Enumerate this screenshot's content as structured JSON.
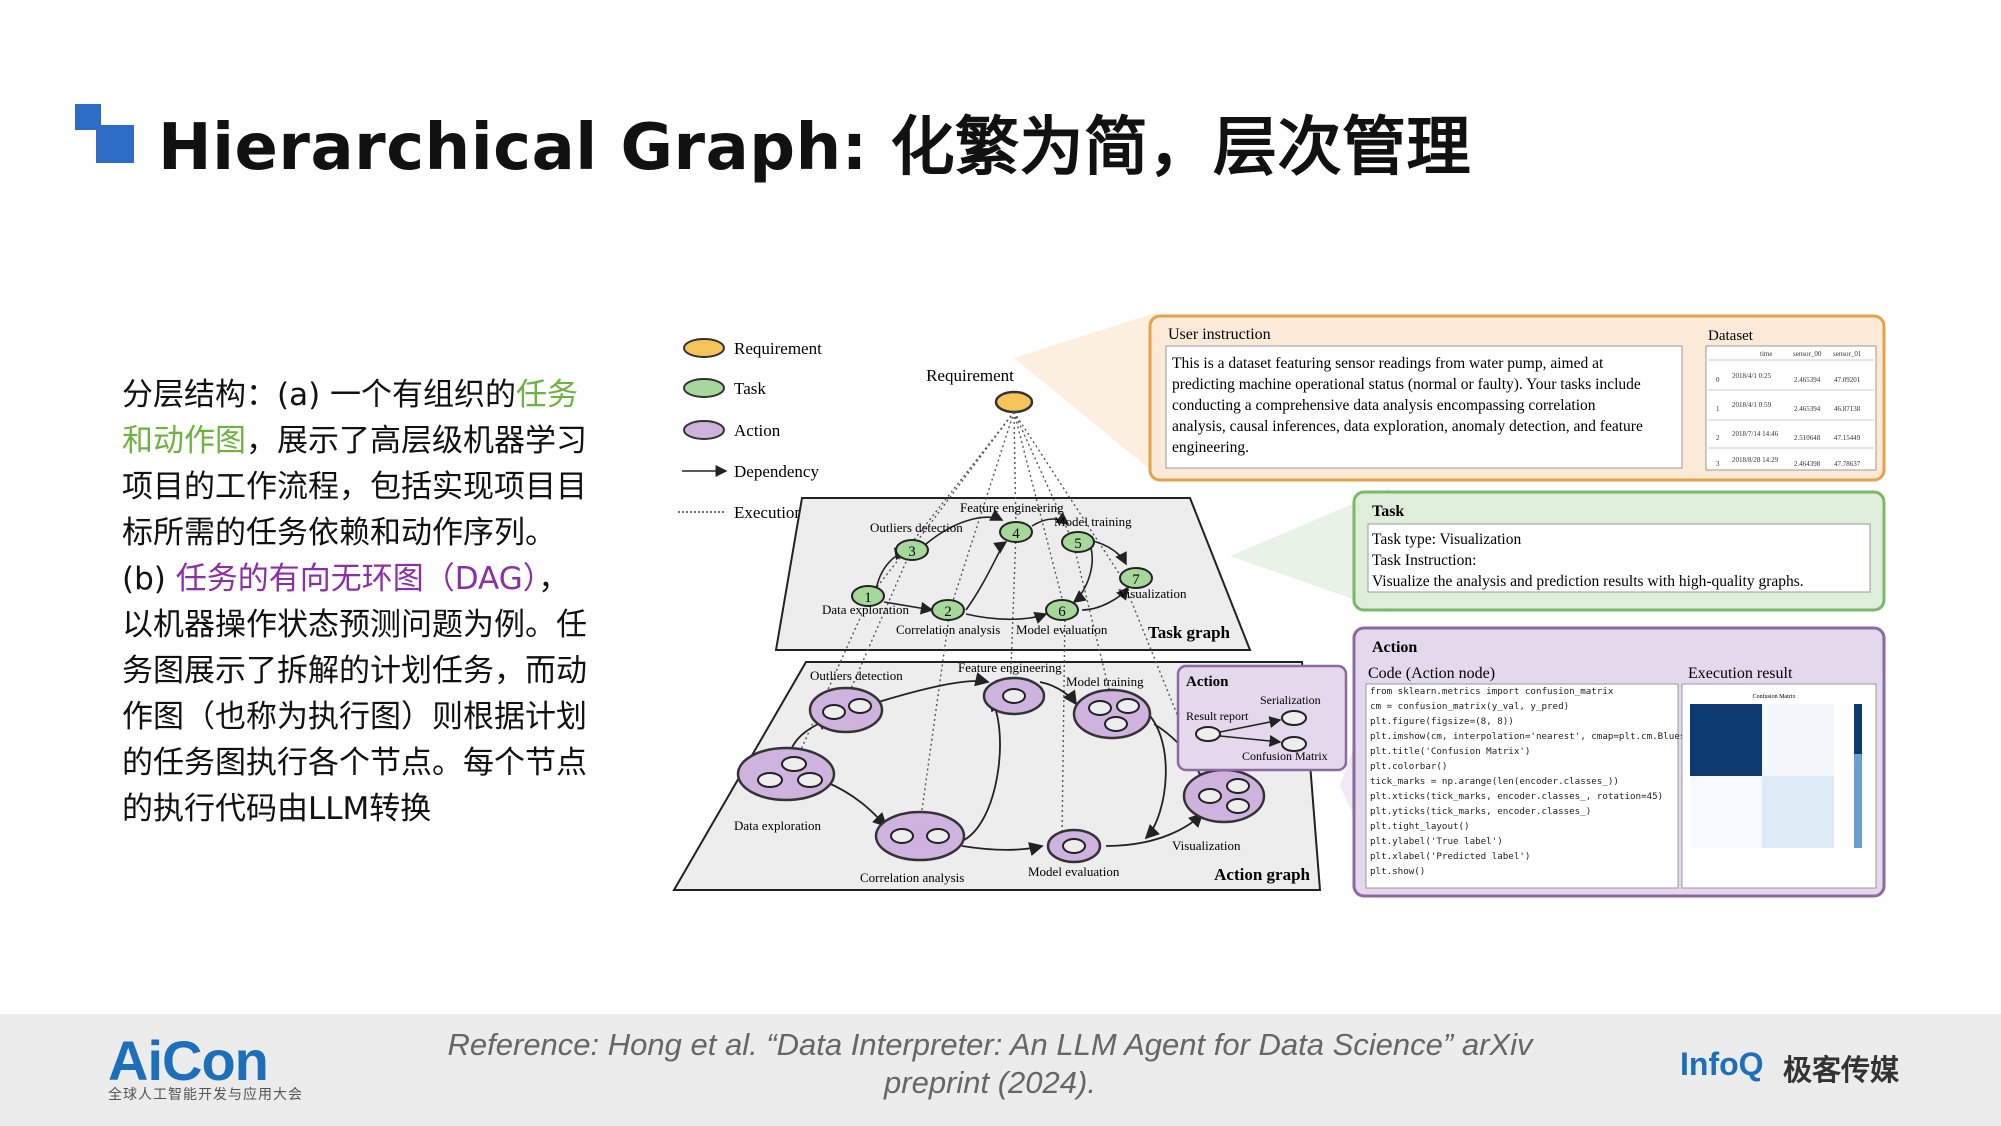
{
  "slide": {
    "title": "Hierarchical Graph: 化繁为简，层次管理",
    "description": {
      "line1_prefix": "分层结构：(a) 一个有组织的",
      "line1_green": "任务",
      "line2_green": "和动作图",
      "line2_rest": "，展示了高层级机器学习",
      "line3": "项目的工作流程，包括实现项目目",
      "line4": "标所需的任务依赖和动作序列。",
      "line5_prefix": "(b) ",
      "line5_purple": "任务的有向无环图（DAG）",
      "line5_suffix": "，",
      "line6": "以机器操作状态预测问题为例。任",
      "line7": "务图展示了拆解的计划任务，而动",
      "line8": "作图（也称为执行图）则根据计划",
      "line9": "的任务图执行各个节点。每个节点",
      "line10": "的执行代码由LLM转换"
    }
  },
  "figure": {
    "legend": {
      "requirement": "Requirement",
      "task": "Task",
      "action": "Action",
      "dependency": "Dependency",
      "execution": "Execution"
    },
    "requirement_label": "Requirement",
    "task_graph": {
      "caption": "Task graph",
      "nodes": [
        {
          "num": "1",
          "label": "Data exploration"
        },
        {
          "num": "2",
          "label": "Correlation analysis"
        },
        {
          "num": "3",
          "label": "Outliers detection"
        },
        {
          "num": "4",
          "label": "Feature engineering"
        },
        {
          "num": "5",
          "label": "Model training"
        },
        {
          "num": "6",
          "label": "Model evaluation"
        },
        {
          "num": "7",
          "label": "Visualization"
        }
      ]
    },
    "action_graph": {
      "caption": "Action graph",
      "labels": {
        "outliers": "Outliers detection",
        "feature": "Feature engineering",
        "training": "Model training",
        "data": "Data exploration",
        "correlation": "Correlation analysis",
        "evaluation": "Model evaluation",
        "visualization": "Visualization"
      },
      "inset": {
        "title": "Action",
        "serialization": "Serialization",
        "result_report": "Result report",
        "confusion_matrix": "Confusion Matrix"
      }
    },
    "user_instruction": {
      "heading": "User instruction",
      "lines": [
        "This is a dataset featuring sensor readings from water pump, aimed at",
        "predicting machine operational status (normal or faulty). Your tasks include",
        "conducting a comprehensive data analysis encompassing correlation",
        "analysis, causal inferences, data exploration, anomaly detection, and feature",
        "engineering."
      ],
      "dataset_heading": "Dataset",
      "dataset_columns": [
        "time",
        "sensor_00",
        "sensor_01"
      ],
      "dataset_rows": [
        [
          "0",
          "2018/4/1 0:25",
          "2.465394",
          "47.09201"
        ],
        [
          "1",
          "2018/4/1 0:59",
          "2.465394",
          "46.87138"
        ],
        [
          "2",
          "2018/7/14 14:46",
          "2.510648",
          "47.15449"
        ],
        [
          "3",
          "2018/8/28 14:29",
          "2.464398",
          "47.78637"
        ]
      ]
    },
    "task_box": {
      "heading": "Task",
      "type_line": "Task type: Visualization",
      "instruction_line": "Task Instruction:",
      "detail_line": "Visualize the analysis and prediction results with high-quality graphs."
    },
    "action_box": {
      "heading": "Action",
      "code_heading": "Code (Action node)",
      "exec_heading": "Execution result",
      "code_lines": [
        "from sklearn.metrics import confusion_matrix",
        "cm = confusion_matrix(y_val, y_pred)",
        "plt.figure(figsize=(8, 8))",
        "plt.imshow(cm, interpolation='nearest', cmap=plt.cm.Blues)",
        "plt.title('Confusion Matrix')",
        "plt.colorbar()",
        "tick_marks = np.arange(len(encoder.classes_))",
        "plt.xticks(tick_marks, encoder.classes_, rotation=45)",
        "plt.yticks(tick_marks, encoder.classes_)",
        "plt.tight_layout()",
        "plt.ylabel('True label')",
        "plt.xlabel('Predicted label')",
        "plt.show()"
      ],
      "matrix_title": "Confusion Matrix"
    }
  },
  "footer": {
    "aicon": "AiCon",
    "aicon_sub": "全球人工智能开发与应用大会",
    "reference_line1": "Reference: Hong et al. “Data Interpreter: An LLM Agent for Data Science” arXiv",
    "reference_line2": "preprint (2024).",
    "infoq": "InfoQ",
    "jike": "极客传媒"
  },
  "colors": {
    "accent_blue": "#2c6cc4",
    "green_highlight": "#6cb33f",
    "purple_highlight": "#8b2fa8",
    "requirement_fill": "#f6c35a",
    "task_fill": "#a6d89b",
    "action_fill": "#cdb3dd"
  }
}
